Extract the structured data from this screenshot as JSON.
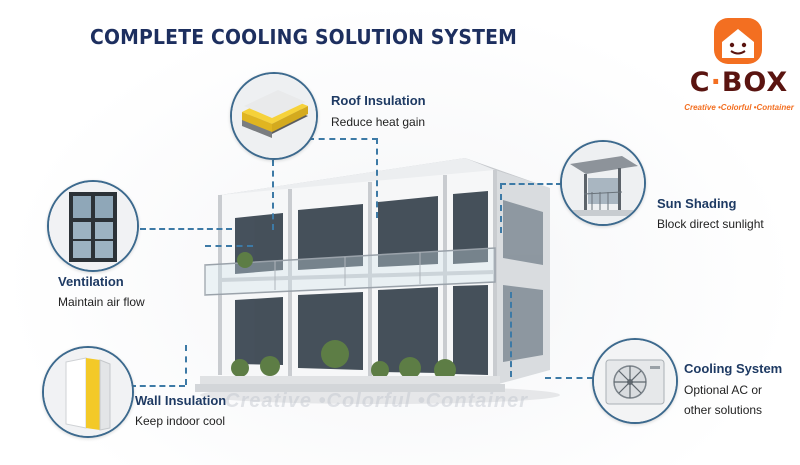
{
  "title": "COMPLETE COOLING SOLUTION SYSTEM",
  "brand": {
    "name_left": "C",
    "name_dot": "·",
    "name_right": "BOX",
    "tagline": "Creative •Colorful •Container",
    "watermark": "Creative •Colorful •Container",
    "colors": {
      "orange": "#f36f21",
      "dark_red": "#5a1410"
    }
  },
  "features": [
    {
      "title": "Roof Insulation",
      "desc": "Reduce heat gain",
      "icon": "insulation-layers-icon"
    },
    {
      "title": "Sun Shading",
      "desc": "Block direct sunlight",
      "icon": "awning-icon"
    },
    {
      "title": "Ventilation",
      "desc": "Maintain air flow",
      "icon": "window-icon"
    },
    {
      "title": "Cooling System",
      "desc_line1": "Optional AC or",
      "desc_line2": "other solutions",
      "icon": "ac-unit-icon"
    },
    {
      "title": "Wall Insulation",
      "desc": "Keep indoor cool",
      "icon": "wall-panel-icon"
    }
  ],
  "colors": {
    "title": "#1d2f5f",
    "accent_line": "#3d7aa6",
    "circle_border": "#3d6a8e"
  }
}
